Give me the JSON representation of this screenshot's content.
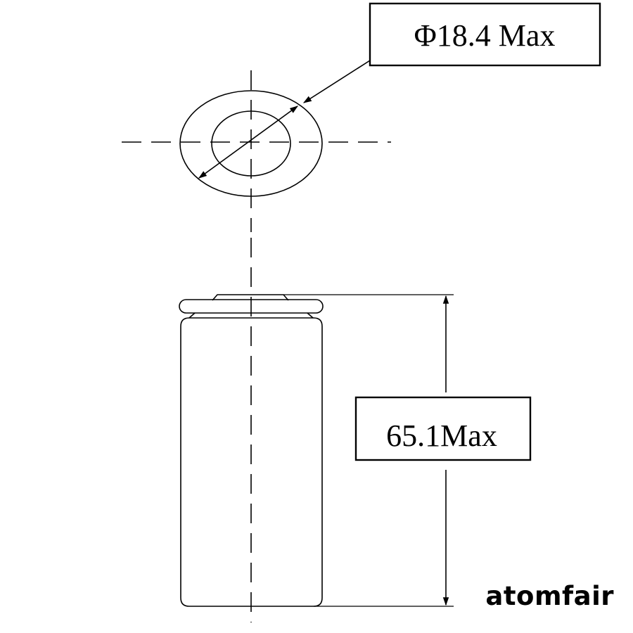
{
  "diameter_label": "Φ18.4 Max",
  "height_label": "65.1Max",
  "brand": "atomfair"
}
